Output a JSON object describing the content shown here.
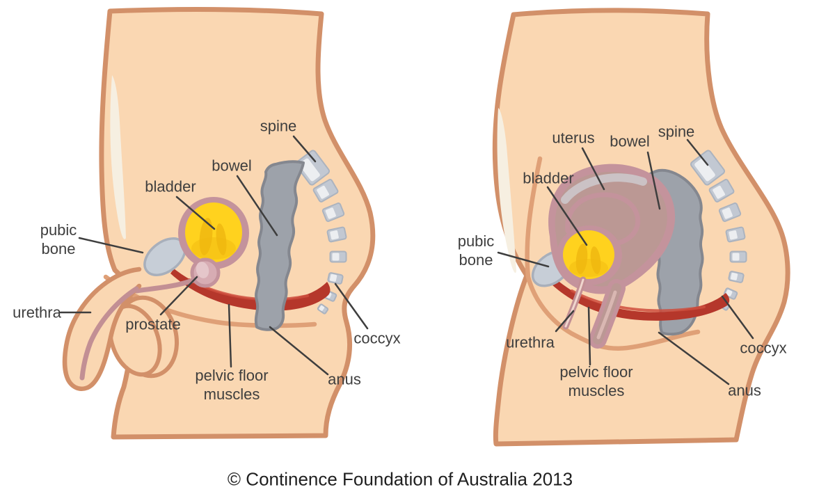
{
  "palette": {
    "page_bg": "#FFFFFF",
    "skin": "#FAD7B2",
    "skin_outline": "#D29069",
    "crease": "#DFA077",
    "skin_highlight": "#F6EFE1",
    "bladder_yellow": "#FFD21E",
    "bladder_shade": "#EFB70F",
    "organ_ring": "#C4939C",
    "organ_fill": "#BB9894",
    "organ_sheen": "#CDC6CA",
    "vagina_channel": "#D9B7B2",
    "prostate_fill": "#D7ACB3",
    "prostate_inner": "#E5C6CA",
    "urethra": "#C28F94",
    "urethra_channel": "#F0D6CE",
    "bone_fill": "#C7CED7",
    "bone_outline": "#A8AFBB",
    "bowel_fill": "#9DA2AA",
    "bowel_outline": "#84878F",
    "spine_fill": "#C2C8D2",
    "spine_outline": "#ABB3BF",
    "spine_highlight": "#ECEEF1",
    "muscle_fill": "#B5372B",
    "muscle_highlight": "#CE4E3D",
    "label_text": "#3E3E3E",
    "leader_line": "#3E3E3E",
    "footer_text": "#1F1F1F"
  },
  "figures": {
    "male": {
      "labels": {
        "spine": "spine",
        "bowel": "bowel",
        "bladder": "bladder",
        "pubic_bone": "pubic\nbone",
        "urethra": "urethra",
        "prostate": "prostate",
        "pelvic_floor": "pelvic floor\nmuscles",
        "coccyx": "coccyx",
        "anus": "anus"
      }
    },
    "female": {
      "labels": {
        "uterus": "uterus",
        "bowel": "bowel",
        "spine": "spine",
        "bladder": "bladder",
        "pubic_bone": "pubic\nbone",
        "urethra": "urethra",
        "pelvic_floor": "pelvic floor\nmuscles",
        "coccyx": "coccyx",
        "anus": "anus"
      }
    }
  },
  "footer": {
    "copyright": "© Continence Foundation of Australia 2013"
  }
}
